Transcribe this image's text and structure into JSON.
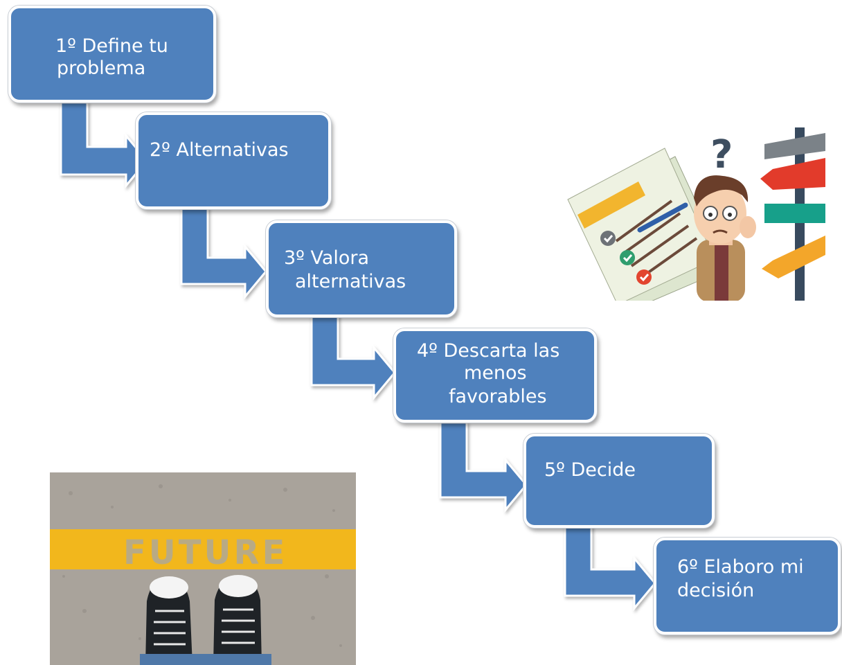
{
  "diagram": {
    "steps": [
      {
        "line1": "1º Define tu",
        "line2": "problema"
      },
      {
        "line1": "2º Alternativas",
        "line2": ""
      },
      {
        "line1": "3º Valora",
        "line2": "alternativas"
      },
      {
        "line1": "4º Descarta las",
        "line2": "menos",
        "line3": "favorables"
      },
      {
        "line1": "5º Decide",
        "line2": ""
      },
      {
        "line1": "6º Elaboro mi",
        "line2": "decisión"
      }
    ],
    "connector_count": 5
  },
  "illustration": {
    "question_mark": "?",
    "icon": "confused-man-with-checklist-and-signpost-icon"
  },
  "photo": {
    "road_text": "FUTURE",
    "icon": "sneakers-on-future-line-photo"
  },
  "colors": {
    "box_fill": "#4f81bd",
    "connector_fill": "#4f81bd",
    "text": "#ffffff"
  }
}
